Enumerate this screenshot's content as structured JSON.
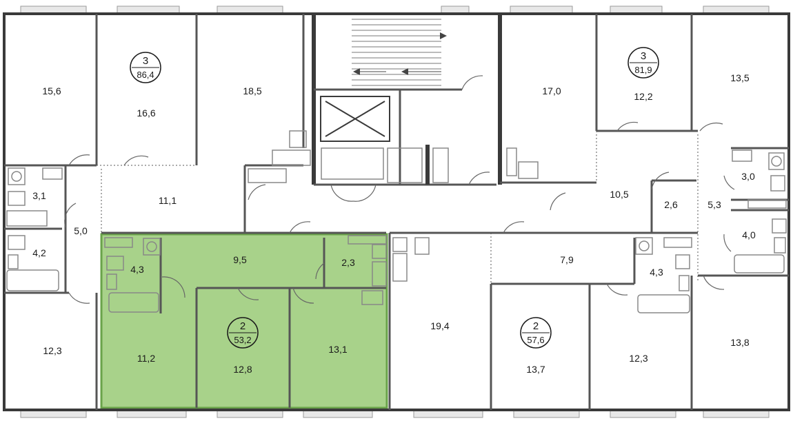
{
  "colors": {
    "wall": "#3a3a3a",
    "wall_light": "#8a8a8a",
    "highlight": "#a8d28a",
    "highlight_stroke": "#6aa34a",
    "background": "#ffffff",
    "window": "#e6e6e6"
  },
  "highlighted_apartment": "2 / 53,2",
  "apartments": [
    {
      "id": "apt-3-86",
      "rooms": "3",
      "area": "86,4",
      "highlighted": false
    },
    {
      "id": "apt-3-81",
      "rooms": "3",
      "area": "81,9",
      "highlighted": false
    },
    {
      "id": "apt-2-53",
      "rooms": "2",
      "area": "53,2",
      "highlighted": true
    },
    {
      "id": "apt-2-57",
      "rooms": "2",
      "area": "57,6",
      "highlighted": false
    }
  ],
  "rooms": [
    {
      "id": "r1",
      "label": "15,6"
    },
    {
      "id": "r2",
      "label": "16,6"
    },
    {
      "id": "r3",
      "label": "18,5"
    },
    {
      "id": "r4",
      "label": "17,0"
    },
    {
      "id": "r5",
      "label": "12,2"
    },
    {
      "id": "r6",
      "label": "13,5"
    },
    {
      "id": "r7",
      "label": "3,1"
    },
    {
      "id": "r8",
      "label": "11,1"
    },
    {
      "id": "r9",
      "label": "10,5"
    },
    {
      "id": "r10",
      "label": "2,6"
    },
    {
      "id": "r11",
      "label": "5,3"
    },
    {
      "id": "r12",
      "label": "3,0"
    },
    {
      "id": "r13",
      "label": "5,0"
    },
    {
      "id": "r14",
      "label": "4,2"
    },
    {
      "id": "r15",
      "label": "4,3"
    },
    {
      "id": "r16",
      "label": "9,5"
    },
    {
      "id": "r17",
      "label": "2,3"
    },
    {
      "id": "r18",
      "label": "7,9"
    },
    {
      "id": "r19",
      "label": "4,3"
    },
    {
      "id": "r20",
      "label": "4,0"
    },
    {
      "id": "r21",
      "label": "12,3"
    },
    {
      "id": "r22",
      "label": "11,2"
    },
    {
      "id": "r23",
      "label": "12,8"
    },
    {
      "id": "r24",
      "label": "13,1"
    },
    {
      "id": "r25",
      "label": "19,4"
    },
    {
      "id": "r26",
      "label": "13,7"
    },
    {
      "id": "r27",
      "label": "12,3"
    },
    {
      "id": "r28",
      "label": "13,8"
    }
  ]
}
